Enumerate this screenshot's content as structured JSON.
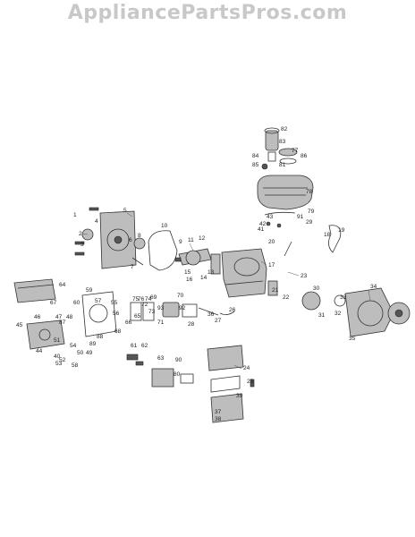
{
  "watermark": "AppliancePartsPros.com",
  "callouts": [
    "1",
    "2",
    "3",
    "4",
    "5",
    "6",
    "7",
    "8",
    "9",
    "10",
    "11",
    "12",
    "13",
    "14",
    "15",
    "16",
    "17",
    "18",
    "19",
    "20",
    "21",
    "22",
    "23",
    "24",
    "25",
    "26",
    "27",
    "28",
    "29",
    "30",
    "31",
    "32",
    "33",
    "34",
    "35",
    "36",
    "37",
    "38",
    "39",
    "40",
    "41",
    "42",
    "43",
    "44",
    "45",
    "46",
    "47",
    "48",
    "49",
    "50",
    "51",
    "52",
    "53",
    "54",
    "55",
    "56",
    "57",
    "58",
    "59",
    "60",
    "61",
    "62",
    "63",
    "64",
    "65",
    "66",
    "67",
    "68",
    "69",
    "70",
    "71",
    "72",
    "73",
    "74",
    "75",
    "76",
    "77",
    "78",
    "79",
    "80",
    "81",
    "82",
    "83",
    "84",
    "85",
    "86",
    "87",
    "88",
    "89",
    "90",
    "91",
    "92",
    "93"
  ]
}
